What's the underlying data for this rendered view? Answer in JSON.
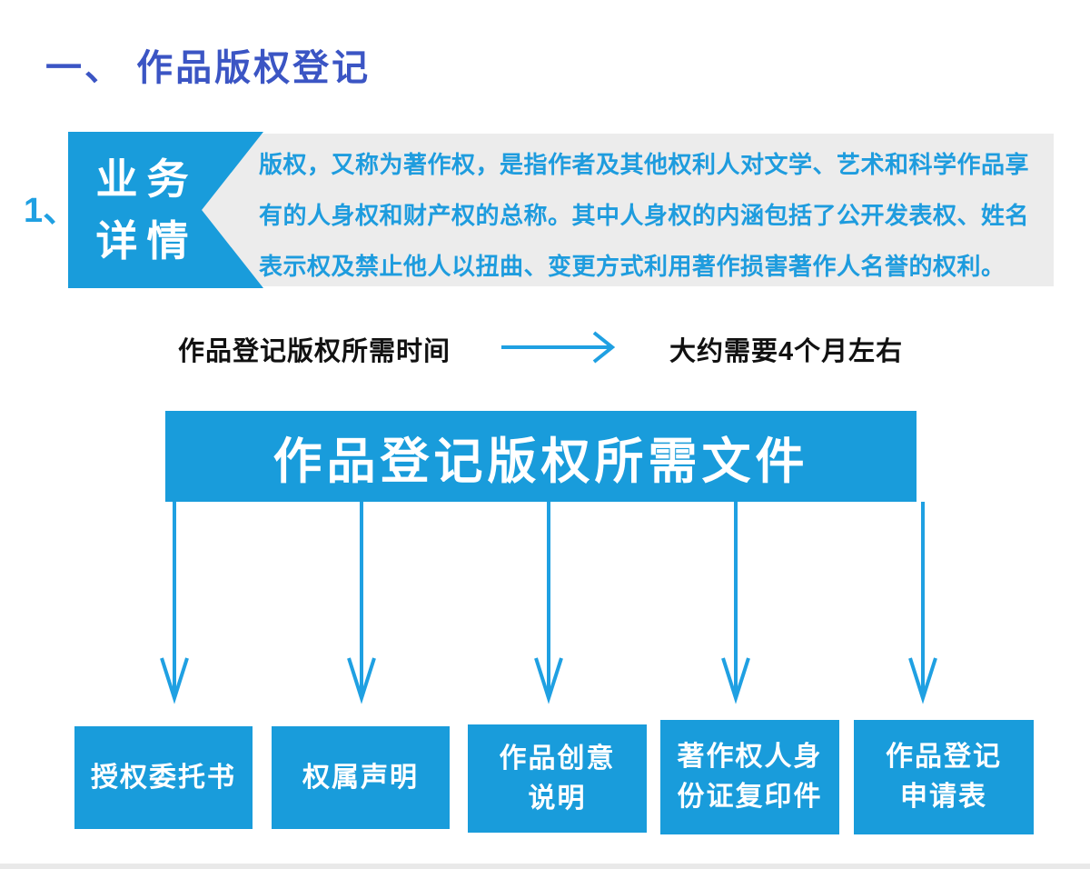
{
  "colors": {
    "accent_blue": "#199CDB",
    "arrow_blue": "#1FA0E2",
    "title_blue": "#3B55C4",
    "panel_gray": "#ECECEC",
    "description_text_blue": "#1E9CDE",
    "body_text_black": "#111111",
    "bottom_strip_gray": "#E9E9E9"
  },
  "title": {
    "text": "一、 作品版权登记"
  },
  "section": {
    "index_label": "1、",
    "label": {
      "line1": "业务",
      "line2": "详情"
    },
    "description_lines": [
      "版权，又称为著作权，是指作者及其他权利人对文学、艺术和科学作品享",
      "有的人身权和财产权的总称。其中人身权的内涵包括了公开发表权、姓名",
      "表示权及禁止他人以扭曲、变更方式利用著作损害著作人名誉的权利。"
    ]
  },
  "time_row": {
    "left_text": "作品登记版权所需时间",
    "arrow_icon": "right-arrow-icon",
    "right_text": "大约需要4个月左右"
  },
  "documents": {
    "header": "作品登记版权所需文件",
    "arrow_icon": "down-arrow-icon",
    "items": [
      {
        "label": "授权委托书",
        "lines": [
          "授权委托书"
        ]
      },
      {
        "label": "权属声明",
        "lines": [
          "权属声明"
        ]
      },
      {
        "label": "作品创意说明",
        "lines": [
          "作品创意",
          "说明"
        ]
      },
      {
        "label": "著作权人身份证复印件",
        "lines": [
          "著作权人身",
          "份证复印件"
        ]
      },
      {
        "label": "作品登记申请表",
        "lines": [
          "作品登记",
          "申请表"
        ]
      }
    ]
  }
}
